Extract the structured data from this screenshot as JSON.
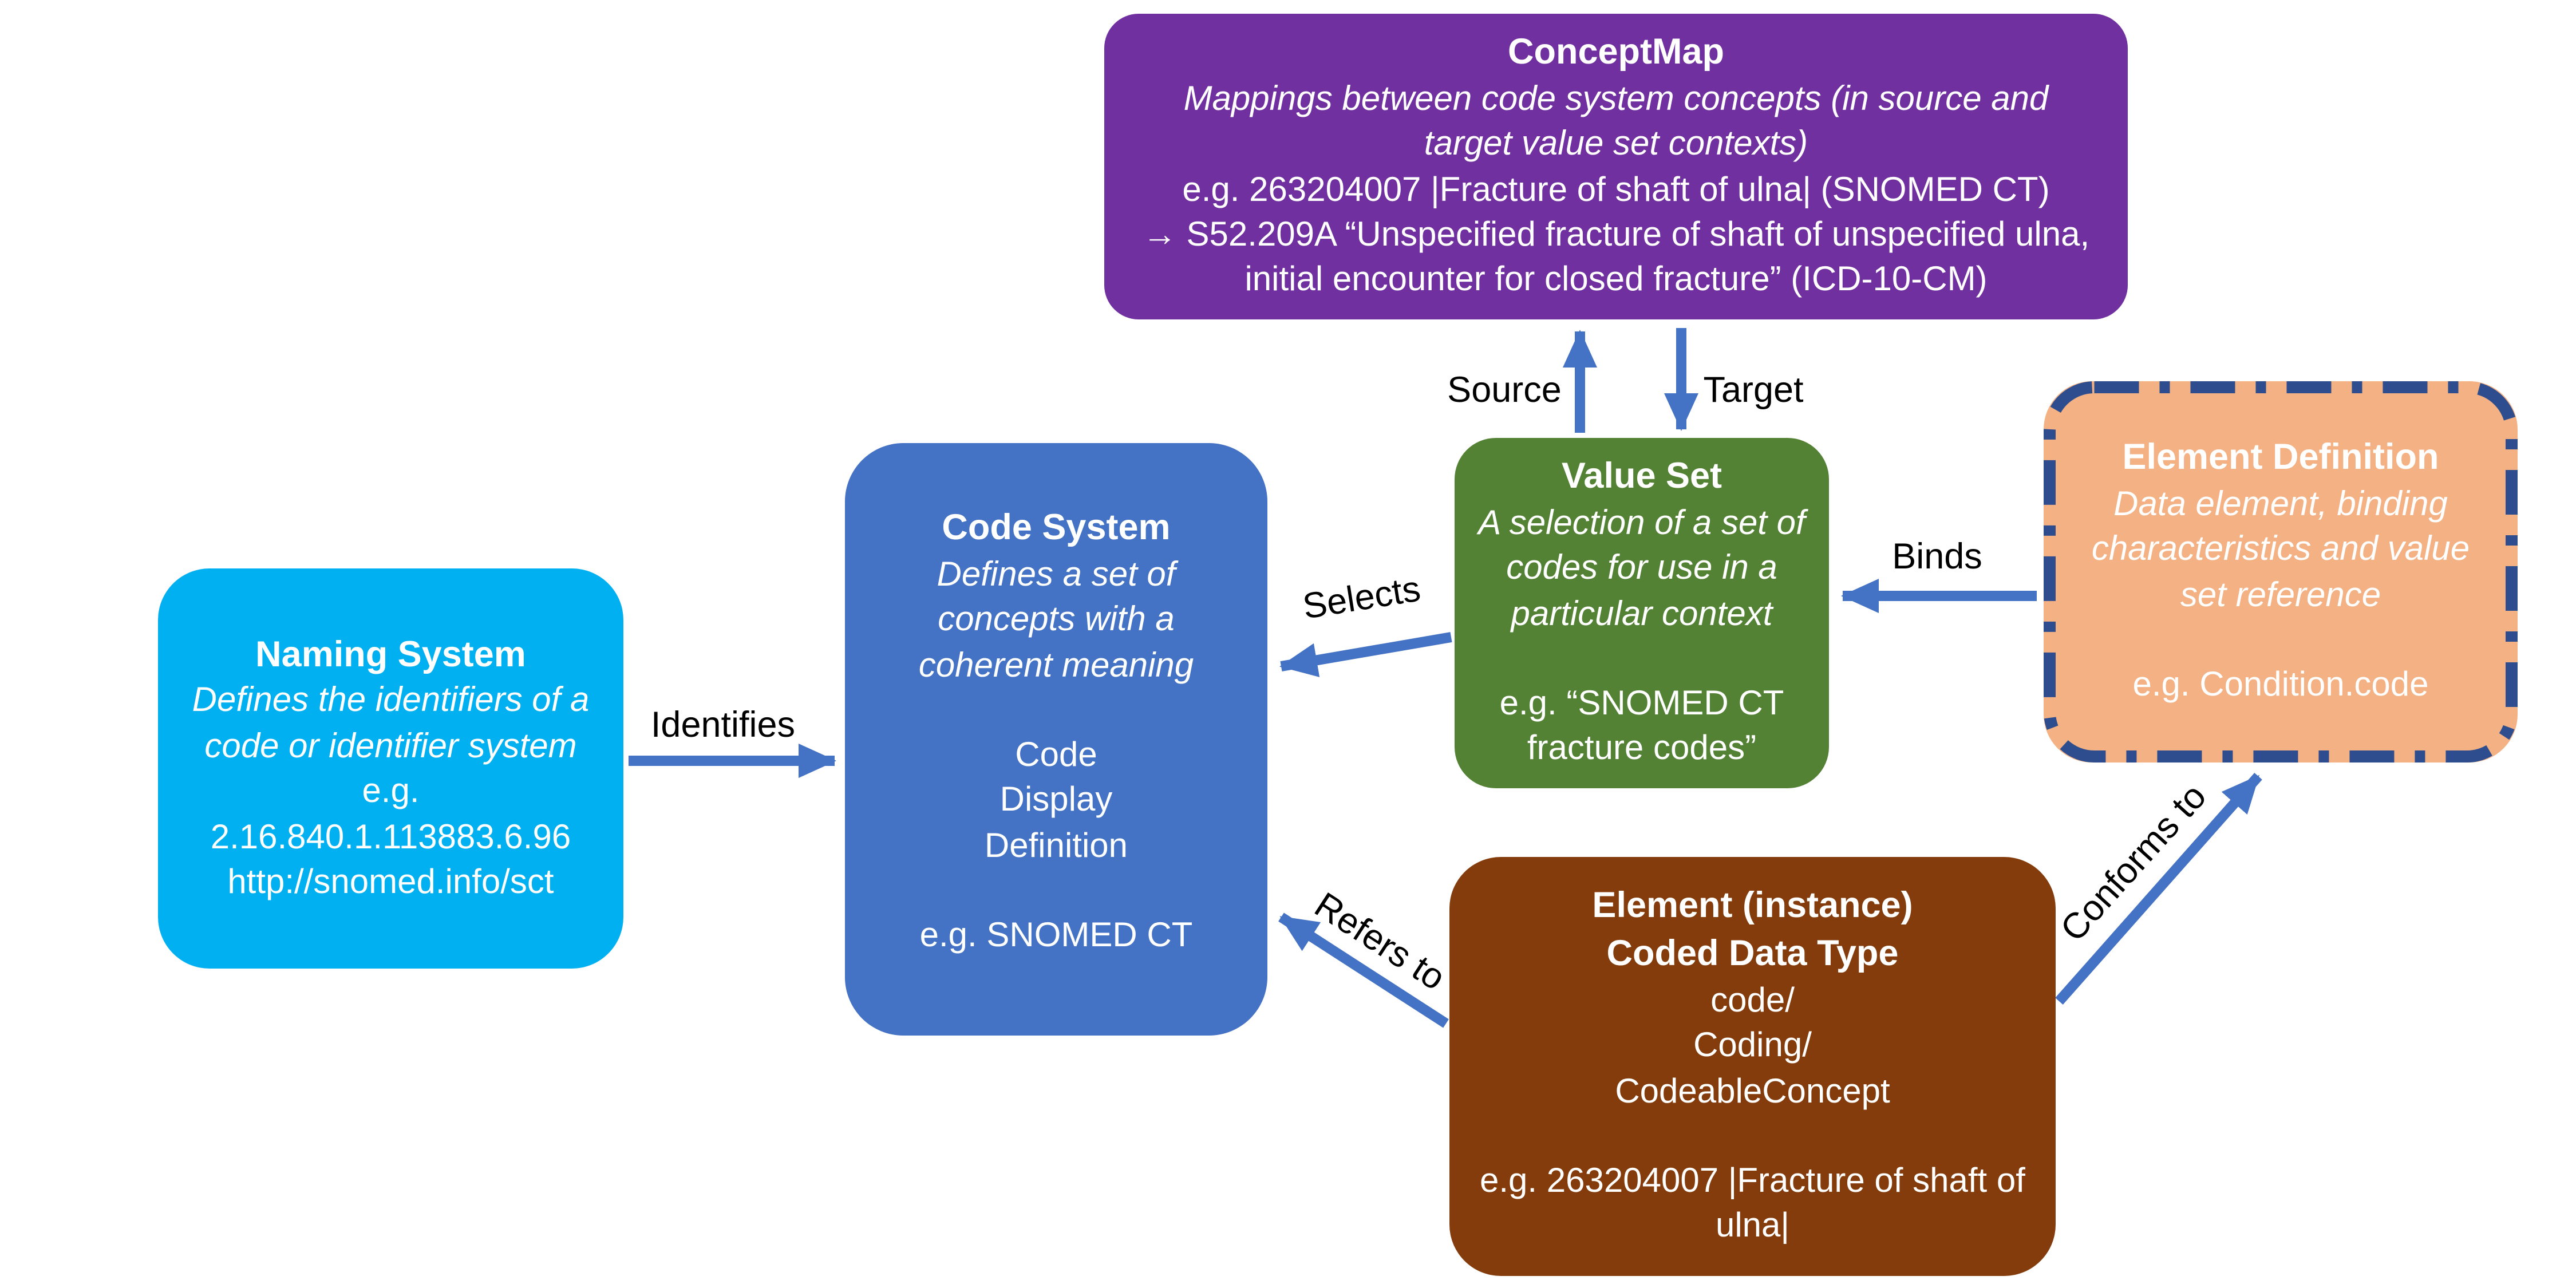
{
  "diagram": {
    "arrow_color": "#4472C4",
    "boxes": {
      "concept_map": {
        "title": "ConceptMap",
        "description": "Mappings between code system concepts (in source and target value set contexts)",
        "example1": "e.g. 263204007 |Fracture of shaft of ulna| (SNOMED CT)",
        "example2": "→ S52.209A “Unspecified fracture of shaft of unspecified ulna, initial encounter for closed fracture” (ICD-10-CM)",
        "color": "#7030A0"
      },
      "value_set": {
        "title": "Value Set",
        "description": "A selection of a set of codes for use in a particular context",
        "example": "e.g. “SNOMED CT fracture codes”",
        "color": "#548235"
      },
      "code_system": {
        "title": "Code System",
        "description": "Defines a set of concepts with a coherent meaning",
        "attr1": "Code",
        "attr2": "Display",
        "attr3": "Definition",
        "example": "e.g. SNOMED CT",
        "color": "#4472C4"
      },
      "naming_system": {
        "title": "Naming System",
        "description": "Defines the identifiers of a code or identifier system",
        "example_label": "e.g.",
        "example1": "2.16.840.1.113883.6.96",
        "example2": "http://snomed.info/sct",
        "color": "#00B0F0"
      },
      "element_definition": {
        "title": "Element Definition",
        "description": "Data element, binding characteristics and value set reference",
        "example": "e.g. Condition.code",
        "color": "#F4B183",
        "border_color": "#2E4D8E"
      },
      "element_instance": {
        "title_line1": "Element (instance)",
        "title_line2": "Coded Data Type",
        "type1": "code/",
        "type2": "Coding/",
        "type3": "CodeableConcept",
        "example": "e.g. 263204007 |Fracture of shaft of ulna|",
        "color": "#843C0C"
      }
    },
    "relations": {
      "source": "Source",
      "target": "Target",
      "selects": "Selects",
      "binds": "Binds",
      "identifies": "Identifies",
      "refers_to": "Refers to",
      "conforms_to": "Conforms to"
    }
  }
}
